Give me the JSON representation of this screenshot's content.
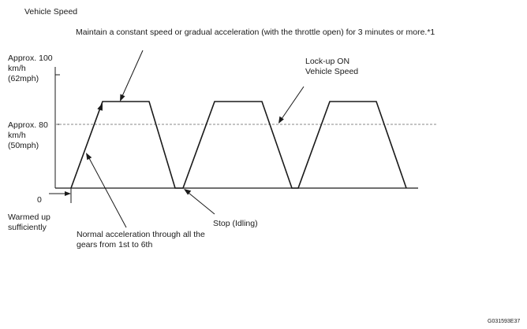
{
  "labels": {
    "y_axis_title": "Vehicle Speed",
    "instruction": "Maintain a constant speed or gradual acceleration (with the throttle open) for 3 minutes or more.*1",
    "speed_100": [
      "Approx. 100",
      "km/h",
      "(62mph)"
    ],
    "speed_80": [
      "Approx. 80",
      "km/h",
      "(50mph)"
    ],
    "zero": "0",
    "warmed_up": [
      "Warmed up",
      "sufficiently"
    ],
    "lockup": [
      "Lock-up ON",
      "Vehicle Speed"
    ],
    "stop": "Stop (Idling)",
    "normal_accel": [
      "Normal acceleration through all the",
      "gears from 1st to 6th"
    ],
    "figure_code": "G031593E37"
  },
  "colors": {
    "line": "#1a1a1a",
    "dashed": "#8a8a8a"
  }
}
